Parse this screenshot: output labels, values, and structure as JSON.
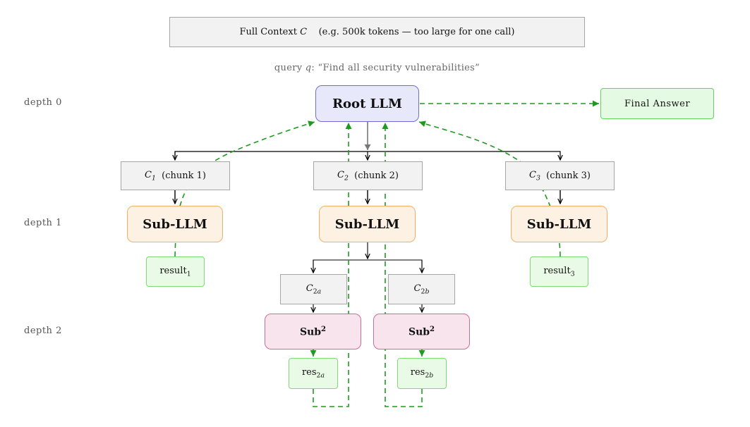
{
  "context": {
    "label": "Full Context",
    "symbol": "C",
    "note": "(e.g. 500k tokens — too large for one call)"
  },
  "query": {
    "prefix": "query",
    "symbol": "q",
    "text": ": “Find all security vulnerabilities”"
  },
  "depths": [
    "depth 0",
    "depth 1",
    "depth 2"
  ],
  "root": {
    "label": "Root LLM"
  },
  "final": {
    "label": "Final Answer"
  },
  "chunks": [
    {
      "symbol": "C",
      "sub": "1",
      "label": "(chunk 1)"
    },
    {
      "symbol": "C",
      "sub": "2",
      "label": "(chunk 2)"
    },
    {
      "symbol": "C",
      "sub": "3",
      "label": "(chunk 3)"
    }
  ],
  "sub_llms": [
    "Sub-LLM",
    "Sub-LLM",
    "Sub-LLM"
  ],
  "results": [
    {
      "label": "result",
      "sub": "1"
    },
    {
      "label": "result",
      "sub": "3"
    }
  ],
  "sub_chunks": [
    {
      "symbol": "C",
      "sub_num": "2",
      "sub_letter": "a"
    },
    {
      "symbol": "C",
      "sub_num": "2",
      "sub_letter": "b"
    }
  ],
  "sub2": [
    {
      "label": "Sub",
      "sup": "2"
    },
    {
      "label": "Sub",
      "sup": "2"
    }
  ],
  "sub_results": [
    {
      "label": "res",
      "sub_num": "2",
      "sub_letter": "a"
    },
    {
      "label": "res",
      "sub_num": "2",
      "sub_letter": "b"
    }
  ],
  "colors": {
    "return_arrow": "#1f9a1f",
    "flow_arrow": "#000000",
    "root_arrow": "#777777"
  }
}
